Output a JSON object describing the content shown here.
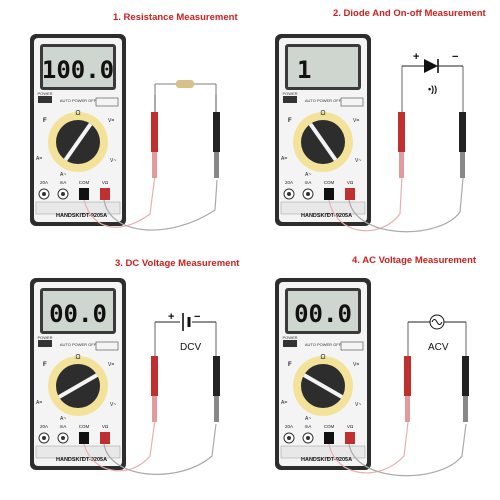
{
  "panels": [
    {
      "title": "1. Resistance Measurement",
      "display": "100.0",
      "brand": "HANDSKIT",
      "model": "DT-9205A",
      "symbol": ""
    },
    {
      "title": "2. Diode And On-off Measurement",
      "display": "1",
      "brand": "HANDSKIT",
      "model": "DT-9205A",
      "symbol": "•))"
    },
    {
      "title": "3. DC Voltage Measurement",
      "display": "00.0",
      "brand": "HANDSKIT",
      "model": "DT-9205A",
      "symbol": "DCV"
    },
    {
      "title": "4. AC Voltage Measurement",
      "display": "00.0",
      "brand": "HANDSKIT",
      "model": "DT-9205A",
      "symbol": "ACV"
    }
  ],
  "meter_labels": {
    "power": "POWER",
    "auto_off": "AUTO POWER OFF",
    "ohm": "Ω",
    "amp_20a": "20A",
    "ma": "mA",
    "com": "COM",
    "v_ohm": "VΩ",
    "v_dc": "V=",
    "v_ac": "V~",
    "a_dc": "A=",
    "a_ac": "A~",
    "f": "F"
  },
  "polarity": {
    "plus": "+",
    "minus": "−"
  },
  "colors": {
    "title": "#d0201f",
    "meter_body": "#2d2d2d",
    "lcd": "#cfd6cf",
    "probe_red": "#c03030",
    "wire_black": "#111111"
  }
}
